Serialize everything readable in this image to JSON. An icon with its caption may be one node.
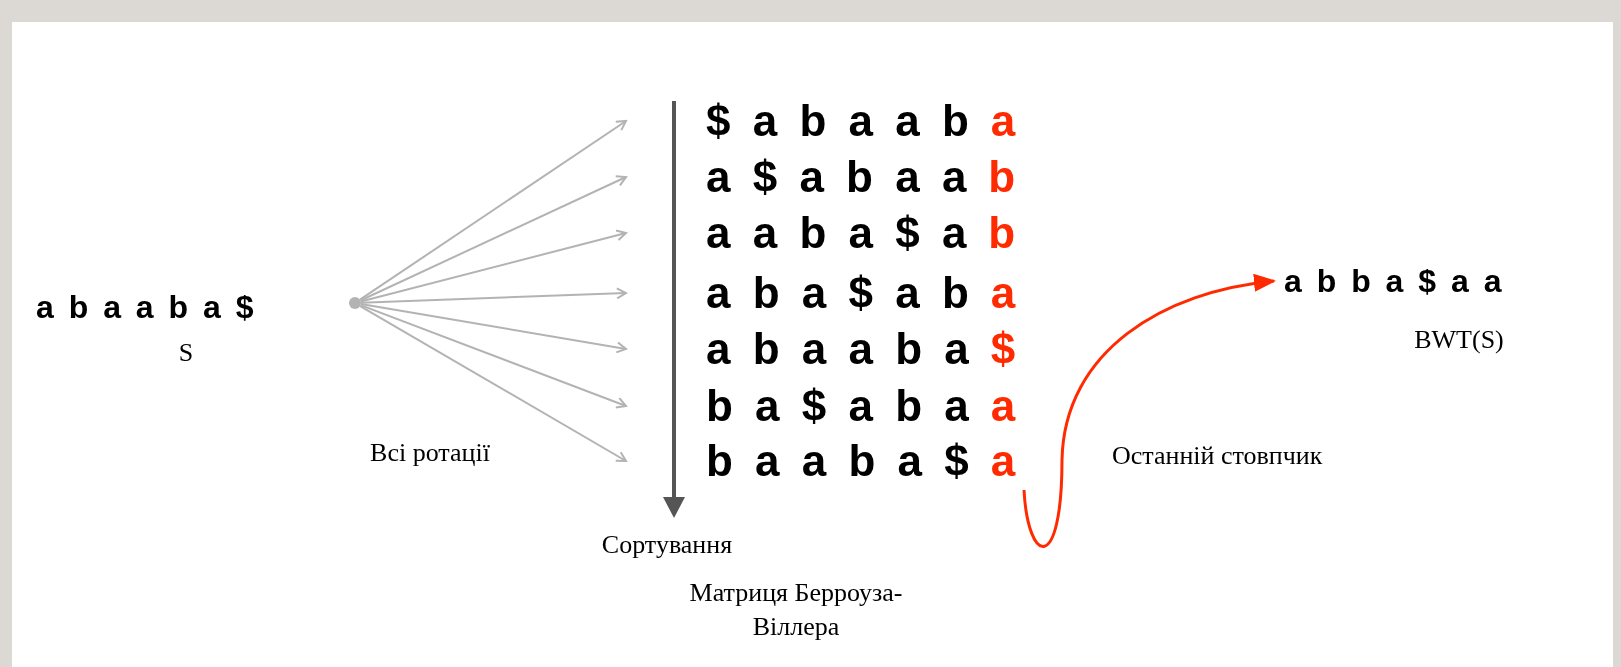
{
  "diagram": {
    "nodes": [
      {
        "text": [
          "a b a a b a $"
        ],
        "beside": [
          "S"
        ]
      },
      {
        "text": [],
        "shape": "circle"
      },
      {
        "text": [
          "$ a b a a b a"
        ]
      },
      {
        "text": [
          "a $ a b a a b"
        ]
      },
      {
        "text": [
          "a a b a $ a b"
        ]
      },
      {
        "text": [
          "a b a $ a b a"
        ]
      },
      {
        "text": [
          "a b a a b a $"
        ]
      },
      {
        "text": [
          "b a $ a b a a"
        ]
      },
      {
        "text": [
          "b a a b a $ a"
        ]
      },
      {
        "text": [
          "a b b a $ a a"
        ],
        "beside": [
          "BWT(S)"
        ]
      }
    ],
    "edges": [
      {
        "from": 1,
        "to": 2,
        "arrow": "to"
      },
      {
        "from": 1,
        "to": 3,
        "arrow": "to"
      },
      {
        "from": 1,
        "to": 4,
        "arrow": "to"
      },
      {
        "from": 1,
        "to": 5,
        "arrow": "to"
      },
      {
        "from": 1,
        "to": 6,
        "arrow": "to"
      },
      {
        "from": 1,
        "to": 7,
        "arrow": "to"
      },
      {
        "from": 1,
        "to": 8,
        "arrow": "to"
      },
      {
        "from": 8,
        "to": 9,
        "arrow": "to",
        "label": "Останній стовпчик",
        "color": "#ff2a00"
      }
    ],
    "labels": [
      "Всі ротації",
      "Сортування",
      "Матриця Берроуза-Віллера"
    ]
  }
}
